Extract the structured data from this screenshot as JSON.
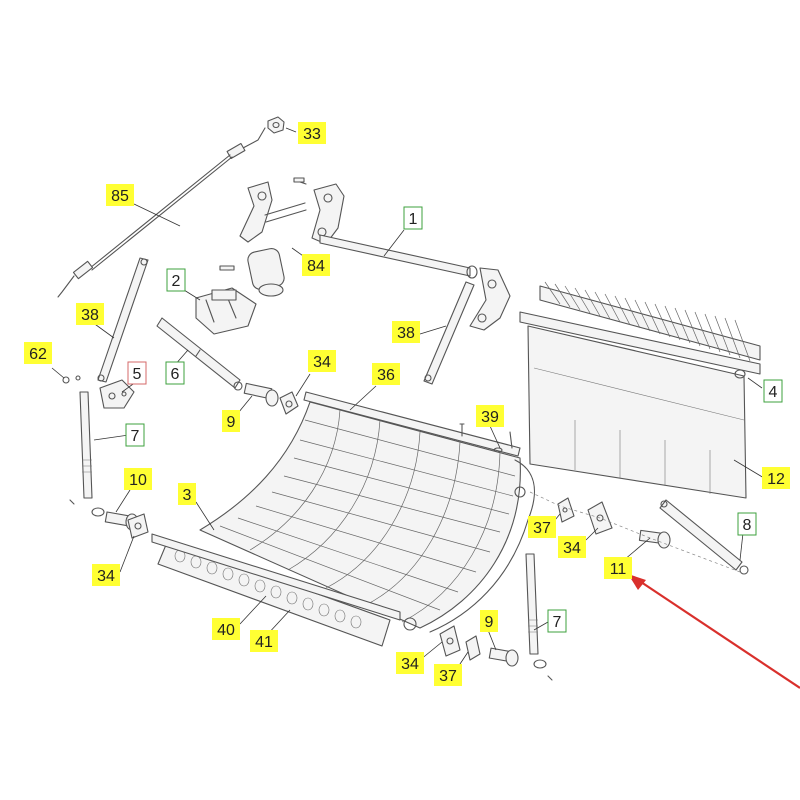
{
  "colors": {
    "callout_yellow": "#ffff33",
    "callout_white": "#ffffff",
    "border_green": "#3ea03e",
    "border_red": "#d46a6a",
    "arrow_red": "#d9302c",
    "line_gray": "#555555"
  },
  "callouts": [
    {
      "id": "c33",
      "label": "33",
      "style": "yellow"
    },
    {
      "id": "c85",
      "label": "85",
      "style": "yellow"
    },
    {
      "id": "c1",
      "label": "1",
      "style": "green"
    },
    {
      "id": "c84",
      "label": "84",
      "style": "yellow"
    },
    {
      "id": "c2",
      "label": "2",
      "style": "green"
    },
    {
      "id": "c38a",
      "label": "38",
      "style": "yellow"
    },
    {
      "id": "c38b",
      "label": "38",
      "style": "yellow"
    },
    {
      "id": "c62",
      "label": "62",
      "style": "yellow"
    },
    {
      "id": "c5",
      "label": "5",
      "style": "red"
    },
    {
      "id": "c6",
      "label": "6",
      "style": "green"
    },
    {
      "id": "c34a",
      "label": "34",
      "style": "yellow"
    },
    {
      "id": "c36",
      "label": "36",
      "style": "yellow"
    },
    {
      "id": "c4",
      "label": "4",
      "style": "green"
    },
    {
      "id": "c9a",
      "label": "9",
      "style": "yellow"
    },
    {
      "id": "c39",
      "label": "39",
      "style": "yellow"
    },
    {
      "id": "c7a",
      "label": "7",
      "style": "green"
    },
    {
      "id": "c12",
      "label": "12",
      "style": "yellow"
    },
    {
      "id": "c10",
      "label": "10",
      "style": "yellow"
    },
    {
      "id": "c3",
      "label": "3",
      "style": "yellow"
    },
    {
      "id": "c8",
      "label": "8",
      "style": "green"
    },
    {
      "id": "c37a",
      "label": "37",
      "style": "yellow"
    },
    {
      "id": "c34b",
      "label": "34",
      "style": "yellow"
    },
    {
      "id": "c11",
      "label": "11",
      "style": "yellow"
    },
    {
      "id": "c34c",
      "label": "34",
      "style": "yellow"
    },
    {
      "id": "c40",
      "label": "40",
      "style": "yellow"
    },
    {
      "id": "c41",
      "label": "41",
      "style": "yellow"
    },
    {
      "id": "c9b",
      "label": "9",
      "style": "yellow"
    },
    {
      "id": "c7b",
      "label": "7",
      "style": "green"
    },
    {
      "id": "c34d",
      "label": "34",
      "style": "yellow"
    },
    {
      "id": "c37b",
      "label": "37",
      "style": "yellow"
    }
  ]
}
